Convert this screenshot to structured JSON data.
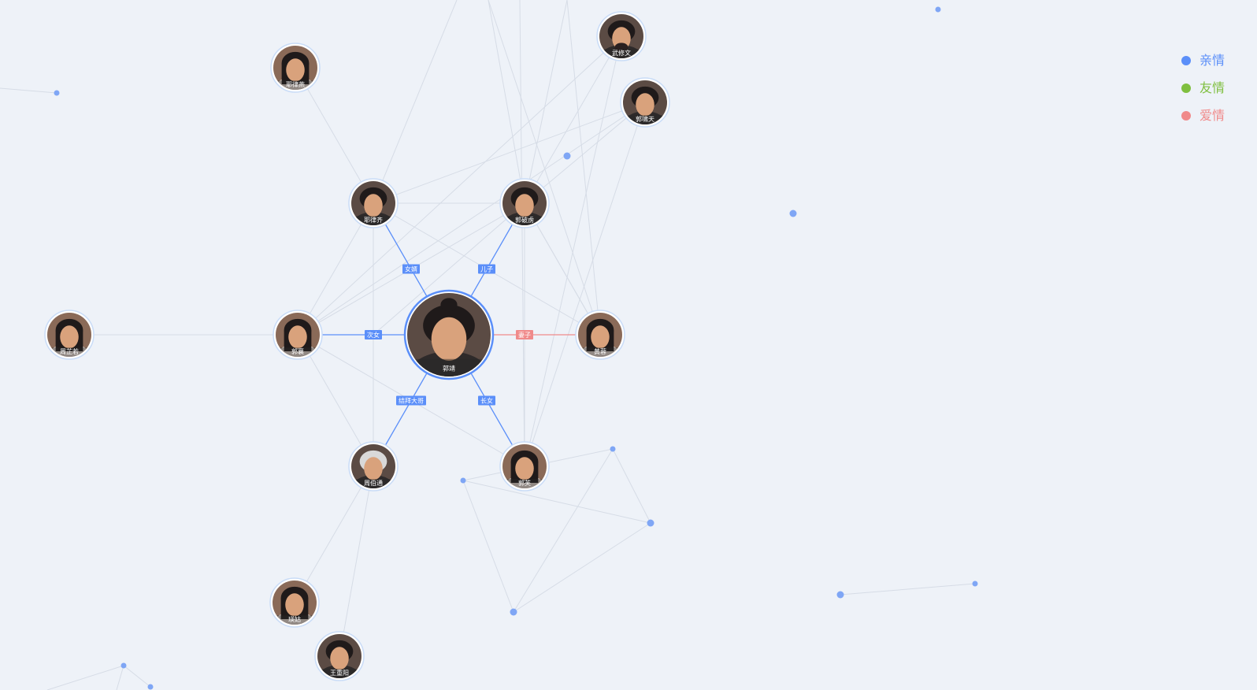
{
  "legend": [
    {
      "label": "亲情",
      "color": "#5b8ff9"
    },
    {
      "label": "友情",
      "color": "#7fbf3f"
    },
    {
      "label": "爱情",
      "color": "#f08a8a"
    }
  ],
  "colors": {
    "background": "#eef2f8",
    "kin": "#5b8ff9",
    "love": "#f08a8a",
    "faint_edge": "#d6dce6",
    "minor_dot": "#7fa6f5",
    "ring": "#c9dcf7"
  },
  "center": {
    "id": "guoxiang",
    "label": "郭靖",
    "avatar": "young-man-topknot"
  },
  "persons": [
    {
      "id": "yeluqi",
      "label": "耶律齐",
      "avatar": "young-man"
    },
    {
      "id": "guopolu",
      "label": "郭破虏",
      "avatar": "man"
    },
    {
      "id": "guoxiang2",
      "label": "郭襄",
      "avatar": "young-woman"
    },
    {
      "id": "huangrong",
      "label": "黄蓉",
      "avatar": "woman-illustration"
    },
    {
      "id": "guofu",
      "label": "郭芙",
      "avatar": "woman-illustration"
    },
    {
      "id": "zhoubotong",
      "label": "周伯通",
      "avatar": "old-man-white-hair"
    },
    {
      "id": "yelyan",
      "label": "耶律燕",
      "avatar": "woman"
    },
    {
      "id": "wuxiuwen",
      "label": "武修文",
      "avatar": "man-beard"
    },
    {
      "id": "guoxiaotian",
      "label": "郭啸天",
      "avatar": "man"
    },
    {
      "id": "zhouzhiruo",
      "label": "周芷若",
      "avatar": "woman"
    },
    {
      "id": "yinggu",
      "label": "瑛姑",
      "avatar": "woman"
    },
    {
      "id": "wangchongyang",
      "label": "王重阳",
      "avatar": "man"
    }
  ],
  "relations": [
    {
      "label": "女婿",
      "type": "kin"
    },
    {
      "label": "儿子",
      "type": "kin"
    },
    {
      "label": "次女",
      "type": "kin"
    },
    {
      "label": "妻子",
      "type": "love"
    },
    {
      "label": "结拜大哥",
      "type": "kin"
    },
    {
      "label": "长女",
      "type": "kin"
    }
  ]
}
